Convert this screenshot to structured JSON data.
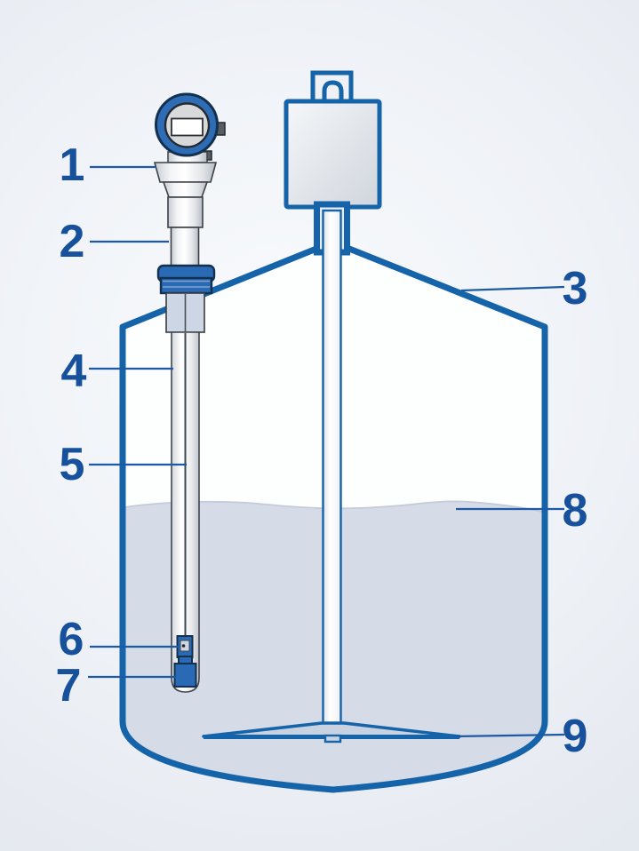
{
  "diagram": {
    "type": "level-transmitter-in-agitated-tank",
    "callouts": [
      {
        "number": "1"
      },
      {
        "number": "2"
      },
      {
        "number": "3"
      },
      {
        "number": "4"
      },
      {
        "number": "5"
      },
      {
        "number": "6"
      },
      {
        "number": "7"
      },
      {
        "number": "8"
      },
      {
        "number": "9"
      }
    ],
    "colors": {
      "background": "#e2e6ee",
      "tank_outline": "#1563a8",
      "accent_blue": "#2a6ab4",
      "dark_navy_outline": "#13304f",
      "number_text": "#17519b",
      "liquid": "#d5dbe7",
      "impeller_fill": "#c9d2e1",
      "metal_gray": "#d8d9db"
    }
  }
}
